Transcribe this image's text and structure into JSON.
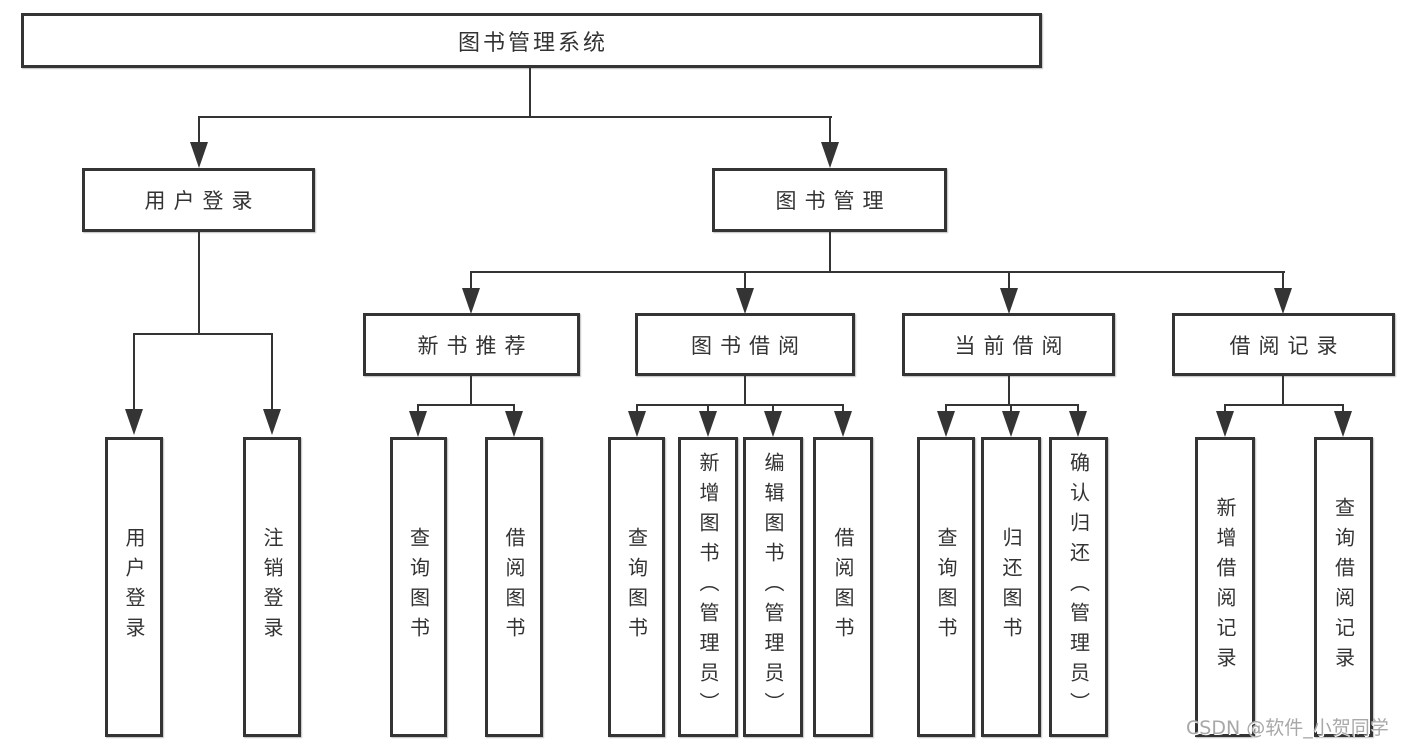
{
  "diagram": {
    "root": "图书管理系统",
    "level2": {
      "user_login": "用户登录",
      "book_mgmt": "图书管理"
    },
    "level3": {
      "new_books": "新书推荐",
      "borrowing": "图书借阅",
      "current": "当前借阅",
      "records": "借阅记录"
    },
    "leaves": {
      "user_login": "用户登录",
      "logout": "注销登录",
      "nb_query": "查询图书",
      "nb_borrow": "借阅图书",
      "bb_query": "查询图书",
      "bb_add": "新增图书（管理员）",
      "bb_edit": "编辑图书（管理员）",
      "bb_borrow": "借阅图书",
      "cb_query": "查询图书",
      "cb_return": "归还图书",
      "cb_confirm": "确认归还（管理员）",
      "br_add": "新增借阅记录",
      "br_query": "查询借阅记录"
    },
    "hierarchy": {
      "图书管理系统": {
        "用户登录": [
          "用户登录",
          "注销登录"
        ],
        "图书管理": {
          "新书推荐": [
            "查询图书",
            "借阅图书"
          ],
          "图书借阅": [
            "查询图书",
            "新增图书（管理员）",
            "编辑图书（管理员）",
            "借阅图书"
          ],
          "当前借阅": [
            "查询图书",
            "归还图书",
            "确认归还（管理员）"
          ],
          "借阅记录": [
            "新增借阅记录",
            "查询借阅记录"
          ]
        }
      }
    }
  },
  "watermark": {
    "text": "CSDN @软件_小贺同学"
  },
  "colors": {
    "line": "#343434",
    "text": "#333333",
    "background": "#ffffff",
    "watermark": "#a8a8a8"
  }
}
